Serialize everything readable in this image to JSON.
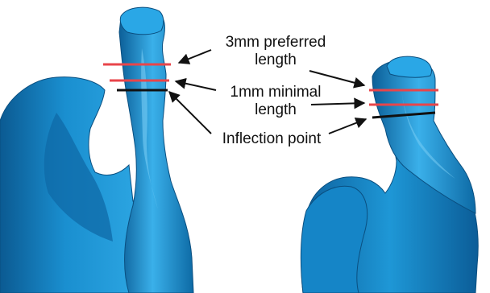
{
  "labels": {
    "preferred": {
      "line1": "3mm preferred",
      "line2": "length"
    },
    "minimal": {
      "line1": "1mm minimal",
      "line2": "length"
    },
    "inflection": "Inflection point"
  },
  "colors": {
    "model": "#1a8fd0",
    "model_shadow": "#0d5e97",
    "model_highlight": "#6cc6f2",
    "marker_red": "#e8454a",
    "marker_black": "#111111",
    "arrow": "#111111"
  }
}
